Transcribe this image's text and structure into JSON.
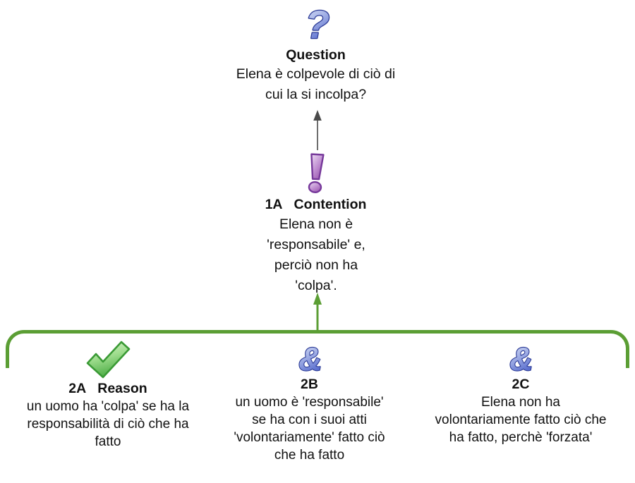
{
  "diagram": {
    "title_hint": "argument map",
    "question": {
      "icon": "question-mark-icon",
      "label": "Question",
      "text": [
        "Elena è colpevole di ciò di",
        "cui la si incolpa?"
      ]
    },
    "contention": {
      "icon": "exclamation-mark-icon",
      "code": "1A",
      "type_label": "Contention",
      "text": [
        "Elena non è",
        "'responsabile' e,",
        "perciò non ha",
        "'colpa'."
      ]
    },
    "reasons": [
      {
        "icon": "check-icon",
        "code": "2A",
        "type_label": "Reason",
        "text": [
          "un uomo ha 'colpa' se ha la",
          "responsabilità di ciò che ha",
          "fatto"
        ]
      },
      {
        "icon": "ampersand-icon",
        "code": "2B",
        "type_label": "",
        "text": [
          "un uomo è 'responsabile'",
          "se ha con i suoi atti",
          "'volontariamente' fatto ciò",
          "che ha fatto"
        ]
      },
      {
        "icon": "ampersand-icon",
        "code": "2C",
        "type_label": "",
        "text": [
          "Elena non ha",
          "volontariamente fatto ciò che",
          "ha fatto, perchè 'forzata'"
        ]
      }
    ],
    "colors": {
      "bracket_green": "#5b9e34",
      "arrow_dark": "#4a4a4a",
      "icon_blue_outline": "#2c3b96",
      "icon_blue_fill_light": "#d8def5",
      "icon_blue_fill_dark": "#5368cc",
      "icon_purple_outline": "#76389a",
      "icon_green_outline": "#3a9a35",
      "text": "#111111",
      "background": "#ffffff"
    }
  }
}
